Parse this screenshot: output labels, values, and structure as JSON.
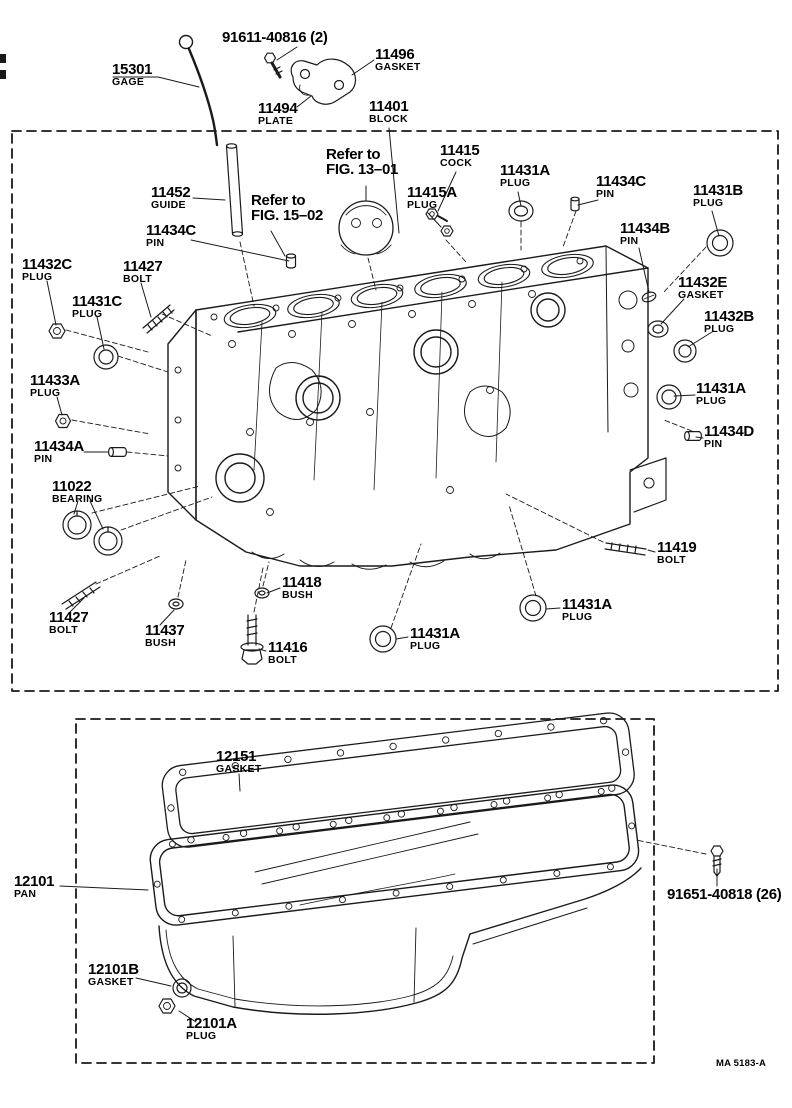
{
  "page": {
    "footer_code": "MA 5183-A"
  },
  "notes": {
    "refer_13": {
      "line1": "Refer to",
      "line2": "FIG. 13–01"
    },
    "refer_15": {
      "line1": "Refer to",
      "line2": "FIG. 15–02"
    }
  },
  "labels": {
    "bolt_91611": {
      "part": "91611-40816 (2)",
      "sub": ""
    },
    "gage_15301": {
      "part": "15301",
      "sub": "GAGE"
    },
    "gasket_11496": {
      "part": "11496",
      "sub": "GASKET"
    },
    "plate_11494": {
      "part": "11494",
      "sub": "PLATE"
    },
    "block_11401": {
      "part": "11401",
      "sub": "BLOCK"
    },
    "cock_11415": {
      "part": "11415",
      "sub": "COCK"
    },
    "plug_11431a_top": {
      "part": "11431A",
      "sub": "PLUG"
    },
    "pin_11434c_right": {
      "part": "11434C",
      "sub": "PIN"
    },
    "plug_11431b": {
      "part": "11431B",
      "sub": "PLUG"
    },
    "guide_11452": {
      "part": "11452",
      "sub": "GUIDE"
    },
    "plug_11415a": {
      "part": "11415A",
      "sub": "PLUG"
    },
    "pin_11434c_left": {
      "part": "11434C",
      "sub": "PIN"
    },
    "pin_11434b": {
      "part": "11434B",
      "sub": "PIN"
    },
    "plug_11432c": {
      "part": "11432C",
      "sub": "PLUG"
    },
    "bolt_11427_upper": {
      "part": "11427",
      "sub": "BOLT"
    },
    "gasket_11432e": {
      "part": "11432E",
      "sub": "GASKET"
    },
    "plug_11431c": {
      "part": "11431C",
      "sub": "PLUG"
    },
    "plug_11432b": {
      "part": "11432B",
      "sub": "PLUG"
    },
    "plug_11433a": {
      "part": "11433A",
      "sub": "PLUG"
    },
    "plug_11431a_right": {
      "part": "11431A",
      "sub": "PLUG"
    },
    "pin_11434a": {
      "part": "11434A",
      "sub": "PIN"
    },
    "pin_11434d": {
      "part": "11434D",
      "sub": "PIN"
    },
    "bearing_11022": {
      "part": "11022",
      "sub": "BEARING"
    },
    "bolt_11419": {
      "part": "11419",
      "sub": "BOLT"
    },
    "bush_11418": {
      "part": "11418",
      "sub": "BUSH"
    },
    "bolt_11427_lower": {
      "part": "11427",
      "sub": "BOLT"
    },
    "bush_11437": {
      "part": "11437",
      "sub": "BUSH"
    },
    "bolt_11416": {
      "part": "11416",
      "sub": "BOLT"
    },
    "plug_11431a_bottom": {
      "part": "11431A",
      "sub": "PLUG"
    },
    "plug_11431a_mid": {
      "part": "11431A",
      "sub": "PLUG"
    },
    "gasket_12151": {
      "part": "12151",
      "sub": "GASKET"
    },
    "pan_12101": {
      "part": "12101",
      "sub": "PAN"
    },
    "bolt_91651": {
      "part": "91651-40818 (26)",
      "sub": ""
    },
    "gasket_12101b": {
      "part": "12101B",
      "sub": "GASKET"
    },
    "plug_12101a": {
      "part": "12101A",
      "sub": "PLUG"
    }
  }
}
